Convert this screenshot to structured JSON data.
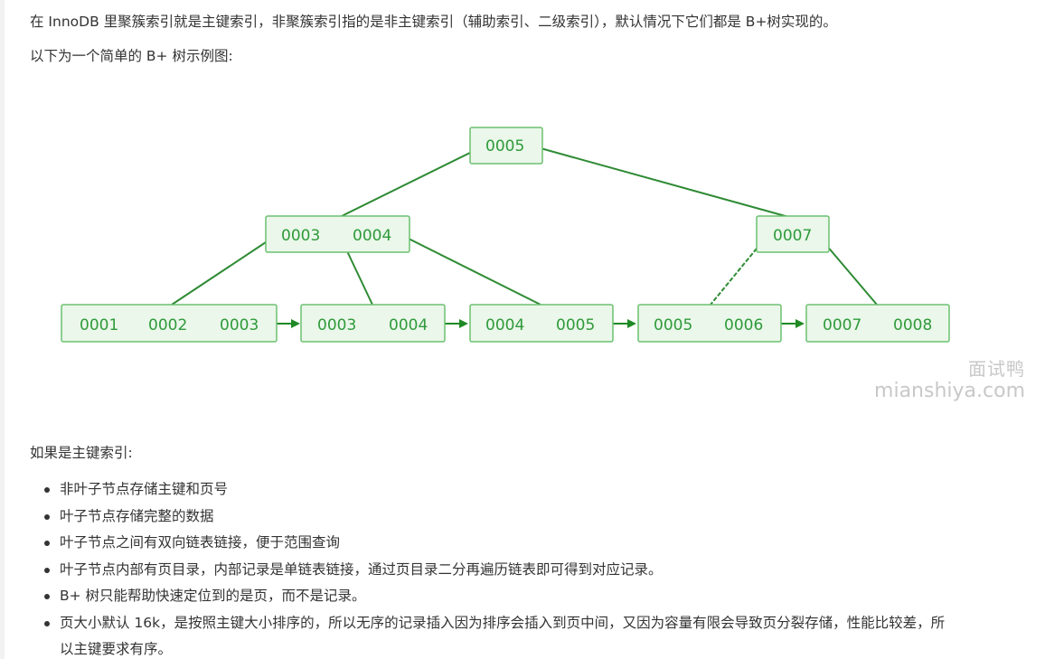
{
  "intro": {
    "line1": "在 InnoDB 里聚簇索引就是主键索引，非聚簇索引指的是非主键索引（辅助索引、二级索引），默认情况下它们都是 B+树实现的。",
    "line2": "以下为一个简单的 B+ 树示例图:"
  },
  "diagram": {
    "root": [
      "0005"
    ],
    "internal_left": [
      "0003",
      "0004"
    ],
    "internal_right": [
      "0007"
    ],
    "leaves": [
      [
        "0001",
        "0002",
        "0003"
      ],
      [
        "0003",
        "0004"
      ],
      [
        "0004",
        "0005"
      ],
      [
        "0005",
        "0006"
      ],
      [
        "0007",
        "0008"
      ]
    ],
    "colors": {
      "stroke": "#6cc070",
      "fill": "#eaf7ea",
      "text": "#2f9a3a",
      "line": "#2e8b34",
      "arrow": "#1f8a25"
    }
  },
  "watermark": {
    "cn": "面试鸭",
    "en": "mianshiya.com"
  },
  "section_title": "如果是主键索引:",
  "bullets": [
    "非叶子节点存储主键和页号",
    "叶子节点存储完整的数据",
    "叶子节点之间有双向链表链接，便于范围查询",
    "叶子节点内部有页目录，内部记录是单链表链接，通过页目录二分再遍历链表即可得到对应记录。",
    "B+ 树只能帮助快速定位到的是页，而不是记录。",
    "页大小默认 16k，是按照主键大小排序的，所以无序的记录插入因为排序会插入到页中间，又因为容量有限会导致页分裂存储，性能比较差，所",
    "以主键要求有序。"
  ]
}
